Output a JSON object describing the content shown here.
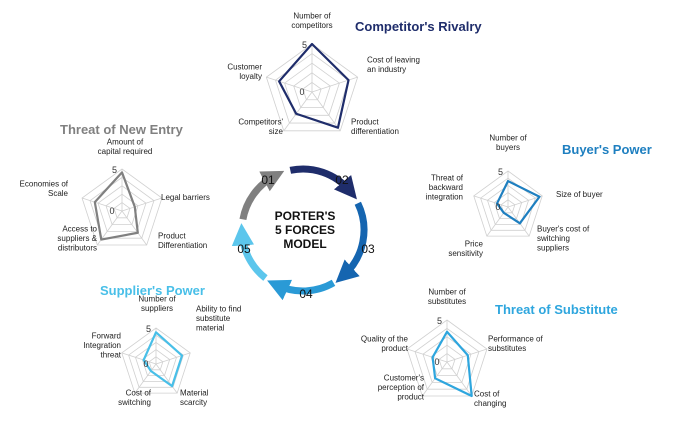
{
  "center": {
    "title_lines": [
      "PORTER'S",
      "5 FORCES",
      "MODEL"
    ],
    "steps": [
      "01",
      "02",
      "03",
      "04",
      "05"
    ]
  },
  "colors": {
    "competitor": "#1f2d6b",
    "buyer": "#1e7fc0",
    "substitute": "#2ea6de",
    "supplier": "#48bfe8",
    "new_entry": "#808080",
    "grid": "#d0d0d0",
    "arrows": [
      "#1f2d6b",
      "#1565b0",
      "#2a9ad6",
      "#5cc6ec",
      "#808080"
    ]
  },
  "scale": {
    "max": "5",
    "min": "0"
  },
  "forces": [
    {
      "id": "competitor",
      "title": "Competitor's Rivalry",
      "axes": [
        "Number of competitors",
        "Cost of leaving an industry",
        "Product differentiation",
        "Competitors' size",
        "Customer loyalty"
      ],
      "values": [
        5,
        4,
        4.6,
        2.8,
        3.6
      ]
    },
    {
      "id": "buyer",
      "title": "Buyer's Power",
      "axes": [
        "Number of buyers",
        "Size of buyer",
        "Buyer's cost of switching suppliers",
        "Price sensitivity",
        "Threat of backward integration"
      ],
      "values": [
        3.6,
        4.6,
        2.8,
        1,
        1.6
      ]
    },
    {
      "id": "substitute",
      "title": "Threat of Substitute",
      "axes": [
        "Number of substitutes",
        "Performance of substitutes",
        "Cost of changing",
        "Customer's perception of product",
        "Quality of the product"
      ],
      "values": [
        3.6,
        2.6,
        5,
        2.4,
        1.8
      ]
    },
    {
      "id": "supplier",
      "title": "Supplier's Power",
      "axes": [
        "Number of suppliers",
        "Ability to find substitute material",
        "Material scarcity",
        "Cost of switching",
        "Forward Integration threat"
      ],
      "values": [
        4.4,
        3.8,
        3.8,
        1.2,
        1.8
      ]
    },
    {
      "id": "new_entry",
      "title": "Threat of New Entry",
      "axes": [
        "Amount of capital required",
        "Legal barriers",
        "Product Differentiation",
        "Access to suppliers & distributors",
        "Economies of Scale"
      ],
      "values": [
        4.6,
        1.6,
        3.2,
        4.2,
        3.4
      ]
    }
  ]
}
